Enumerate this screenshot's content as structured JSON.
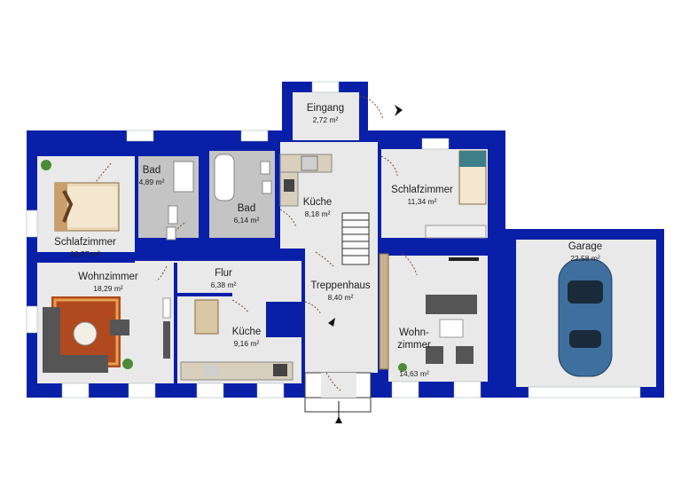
{
  "rooms": [
    {
      "id": "eingang",
      "name": "Eingang",
      "area": "2,72 m²"
    },
    {
      "id": "bad1",
      "name": "Bad",
      "area": "4,89 m²"
    },
    {
      "id": "bad2",
      "name": "Bad",
      "area": "6,14 m²"
    },
    {
      "id": "kueche1",
      "name": "Küche",
      "area": "8,18 m²"
    },
    {
      "id": "schlaf1",
      "name": "Schlafzimmer",
      "area": "11,34 m²"
    },
    {
      "id": "schlaf2",
      "name": "Schlafzimmer",
      "area": "10,27 m²"
    },
    {
      "id": "garage",
      "name": "Garage",
      "area": "22,58 m²"
    },
    {
      "id": "wohn1",
      "name": "Wohnzimmer",
      "area": "18,29 m²"
    },
    {
      "id": "flur",
      "name": "Flur",
      "area": "6,38 m²"
    },
    {
      "id": "treppe",
      "name": "Treppenhaus",
      "area": "8,40 m²"
    },
    {
      "id": "kueche2",
      "name": "Küche",
      "area": "9,16 m²"
    },
    {
      "id": "wohn2",
      "name": "Wohn-\nzimmer",
      "area": "14,63 m²"
    }
  ],
  "colors": {
    "wall": "#0a1fa8",
    "floor": "#e9e9e9",
    "tile": "#c4c4c4",
    "window": "#ffffff",
    "door_arc": "#7a4a2a",
    "sofa": "#555555",
    "rug": "#b04a1e",
    "car": "#3f6f9f"
  },
  "icons": [
    "entrance-arrow-icon",
    "plant-icon",
    "car-icon",
    "stairs-icon"
  ]
}
